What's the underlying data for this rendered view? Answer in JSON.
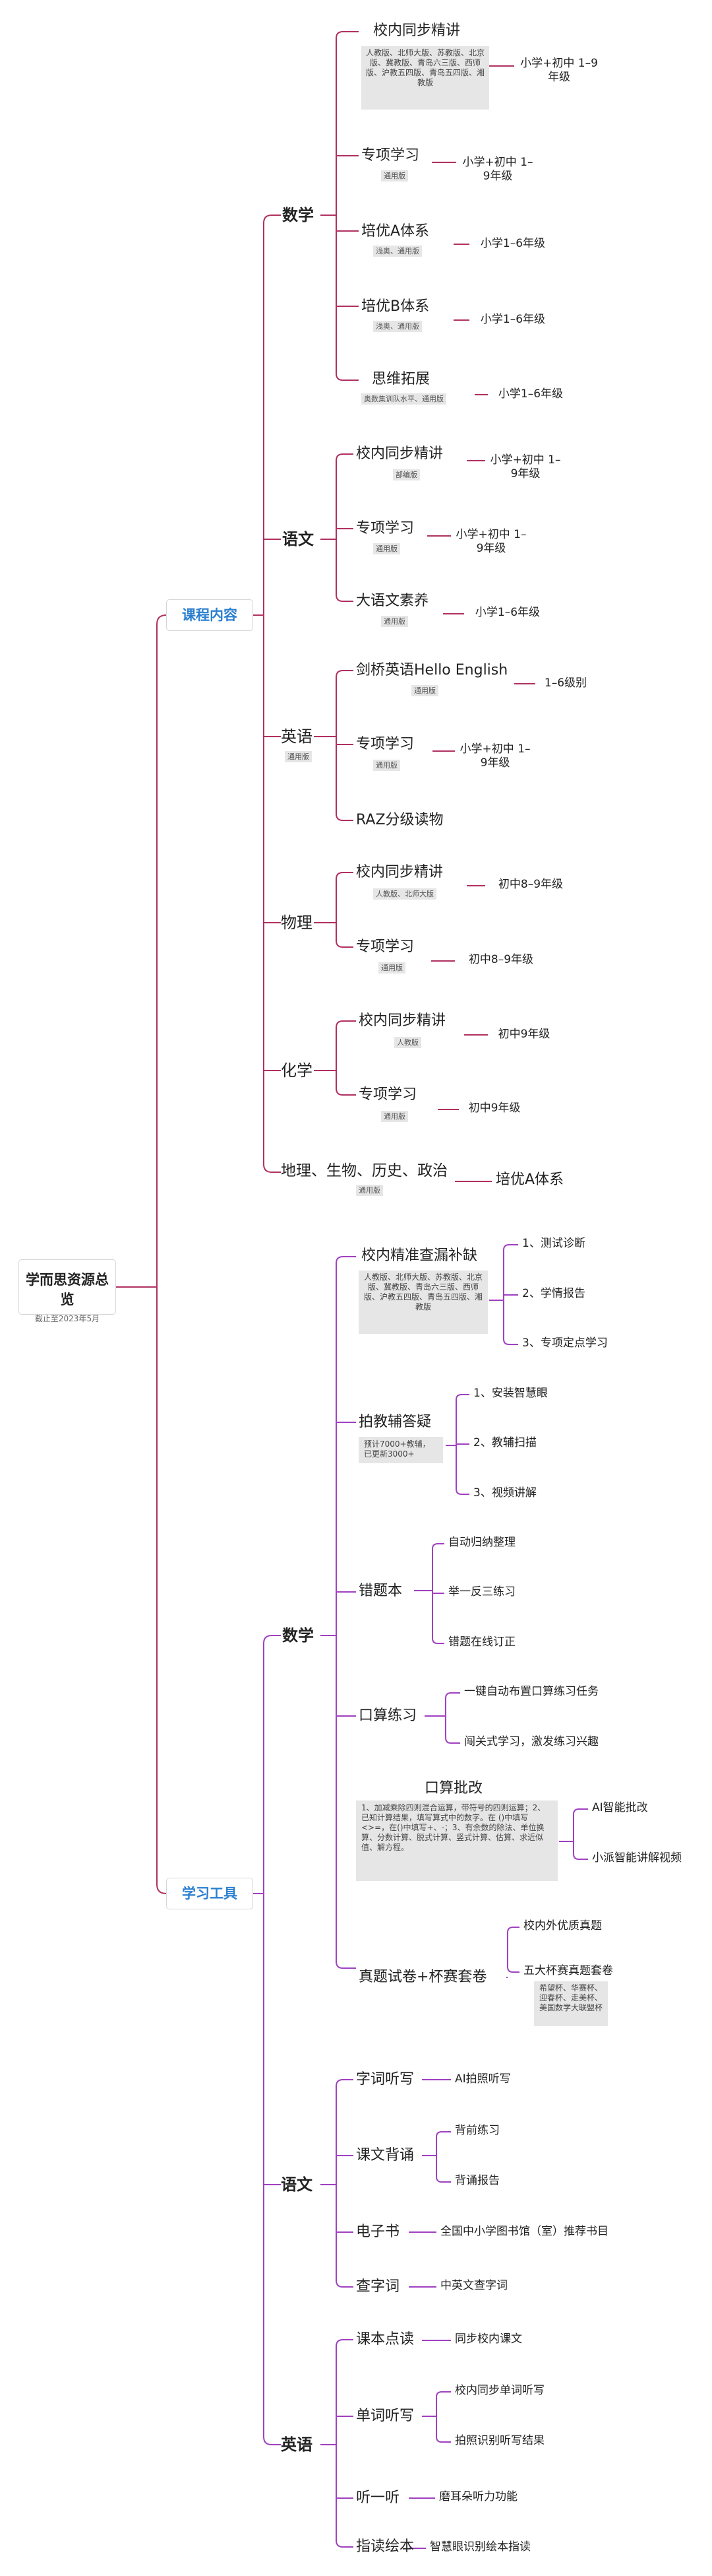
{
  "root": {
    "title": "学而思资源总览",
    "subtitle": "截止至2023年5月"
  },
  "sections": {
    "course": {
      "label": "课程内容",
      "math": {
        "label": "数学",
        "sync": {
          "label": "校内同步精讲",
          "note": "人教版、北师大版、苏教版、北京版、冀教版、青岛六三版、西师版、沪教五四版、青岛五四版、湘教版",
          "grade": "小学+初中 1–9年级"
        },
        "special": {
          "label": "专项学习",
          "tag": "通用版",
          "grade": "小学+初中 1–9年级"
        },
        "a": {
          "label": "培优A体系",
          "tag": "浅奥、通用版",
          "grade": "小学1–6年级"
        },
        "b": {
          "label": "培优B体系",
          "tag": "浅奥、通用版",
          "grade": "小学1–6年级"
        },
        "think": {
          "label": "思维拓展",
          "tag": "奥数集训队水平、通用版",
          "grade": "小学1–6年级"
        }
      },
      "chinese": {
        "label": "语文",
        "sync": {
          "label": "校内同步精讲",
          "tag": "部编版",
          "grade": "小学+初中 1–9年级"
        },
        "special": {
          "label": "专项学习",
          "tag": "通用版",
          "grade": "小学+初中 1–9年级"
        },
        "literacy": {
          "label": "大语文素养",
          "tag": "通用版",
          "grade": "小学1–6年级"
        }
      },
      "english": {
        "label": "英语",
        "tag": "通用版",
        "cambridge": {
          "label": "剑桥英语Hello English",
          "tag": "通用版",
          "grade": "1–6级别"
        },
        "special": {
          "label": "专项学习",
          "tag": "通用版",
          "grade": "小学+初中 1–9年级"
        },
        "raz": {
          "label": "RAZ分级读物"
        }
      },
      "physics": {
        "label": "物理",
        "sync": {
          "label": "校内同步精讲",
          "tag": "人教版、北师大版",
          "grade": "初中8–9年级"
        },
        "special": {
          "label": "专项学习",
          "tag": "通用版",
          "grade": "初中8–9年级"
        }
      },
      "chemistry": {
        "label": "化学",
        "sync": {
          "label": "校内同步精讲",
          "tag": "人教版",
          "grade": "初中9年级"
        },
        "special": {
          "label": "专项学习",
          "tag": "通用版",
          "grade": "初中9年级"
        }
      },
      "others": {
        "label": "地理、生物、历史、政治",
        "tag": "通用版",
        "item": "培优A体系"
      }
    },
    "tools": {
      "label": "学习工具",
      "math": {
        "label": "数学",
        "check": {
          "label": "校内精准查漏补缺",
          "note": "人教版、北师大版、苏教版、北京版、冀教版、青岛六三版、西师版、沪教五四版、青岛五四版、湘教版",
          "items": [
            "1、测试诊断",
            "2、学情报告",
            "3、专项定点学习"
          ]
        },
        "qa": {
          "label": "拍教辅答疑",
          "note": "预计7000+教辅，已更新3000+",
          "items": [
            "1、安装智慧眼",
            "2、教辅扫描",
            "3、视频讲解"
          ]
        },
        "wrong": {
          "label": "错题本",
          "items": [
            "自动归纳整理",
            "举一反三练习",
            "错题在线订正"
          ]
        },
        "oral": {
          "label": "口算练习",
          "items": [
            "一键自动布置口算练习任务",
            "闯关式学习，激发练习兴趣"
          ]
        },
        "grading": {
          "label": "口算批改",
          "note": "1、加减乘除四则混合运算，带符号的四则运算；2、已知计算结果，填写算式中的数字。在 ()中填写<>=，在()中填写+、-；3、有余数的除法、单位换算、分数计算、脱式计算、竖式计算、估算、求近似 值、解方程。",
          "items": [
            "AI智能批改",
            "小派智能讲解视频"
          ]
        },
        "exam": {
          "label": "真题试卷+杯赛套卷",
          "items": [
            "校内外优质真题",
            "五大杯赛真题套卷"
          ],
          "cup_note": "希望杯、华赛杯、迎春杯、走美杯、美国数学大联盟杯"
        }
      },
      "chinese": {
        "label": "语文",
        "dictation": {
          "label": "字词听写",
          "items": [
            "AI拍照听写"
          ]
        },
        "recite": {
          "label": "课文背诵",
          "items": [
            "背前练习",
            "背诵报告"
          ]
        },
        "ebook": {
          "label": "电子书",
          "items": [
            "全国中小学图书馆（室）推荐书目"
          ]
        },
        "lookup": {
          "label": "查字词",
          "items": [
            "中英文查字词"
          ]
        }
      },
      "english": {
        "label": "英语",
        "read": {
          "label": "课本点读",
          "items": [
            "同步校内课文"
          ]
        },
        "dictation": {
          "label": "单词听写",
          "items": [
            "校内同步单词听写",
            "拍照识别听写结果"
          ]
        },
        "listen": {
          "label": "听一听",
          "items": [
            "磨耳朵听力功能"
          ]
        },
        "picture": {
          "label": "指读绘本",
          "items": [
            "智慧眼识别绘本指读"
          ]
        }
      }
    }
  },
  "colors": {
    "course_line": "#b03060",
    "tools_line": "#a040c0",
    "section_text": "#2b7fd0",
    "note_bg": "#e6e6e6"
  }
}
